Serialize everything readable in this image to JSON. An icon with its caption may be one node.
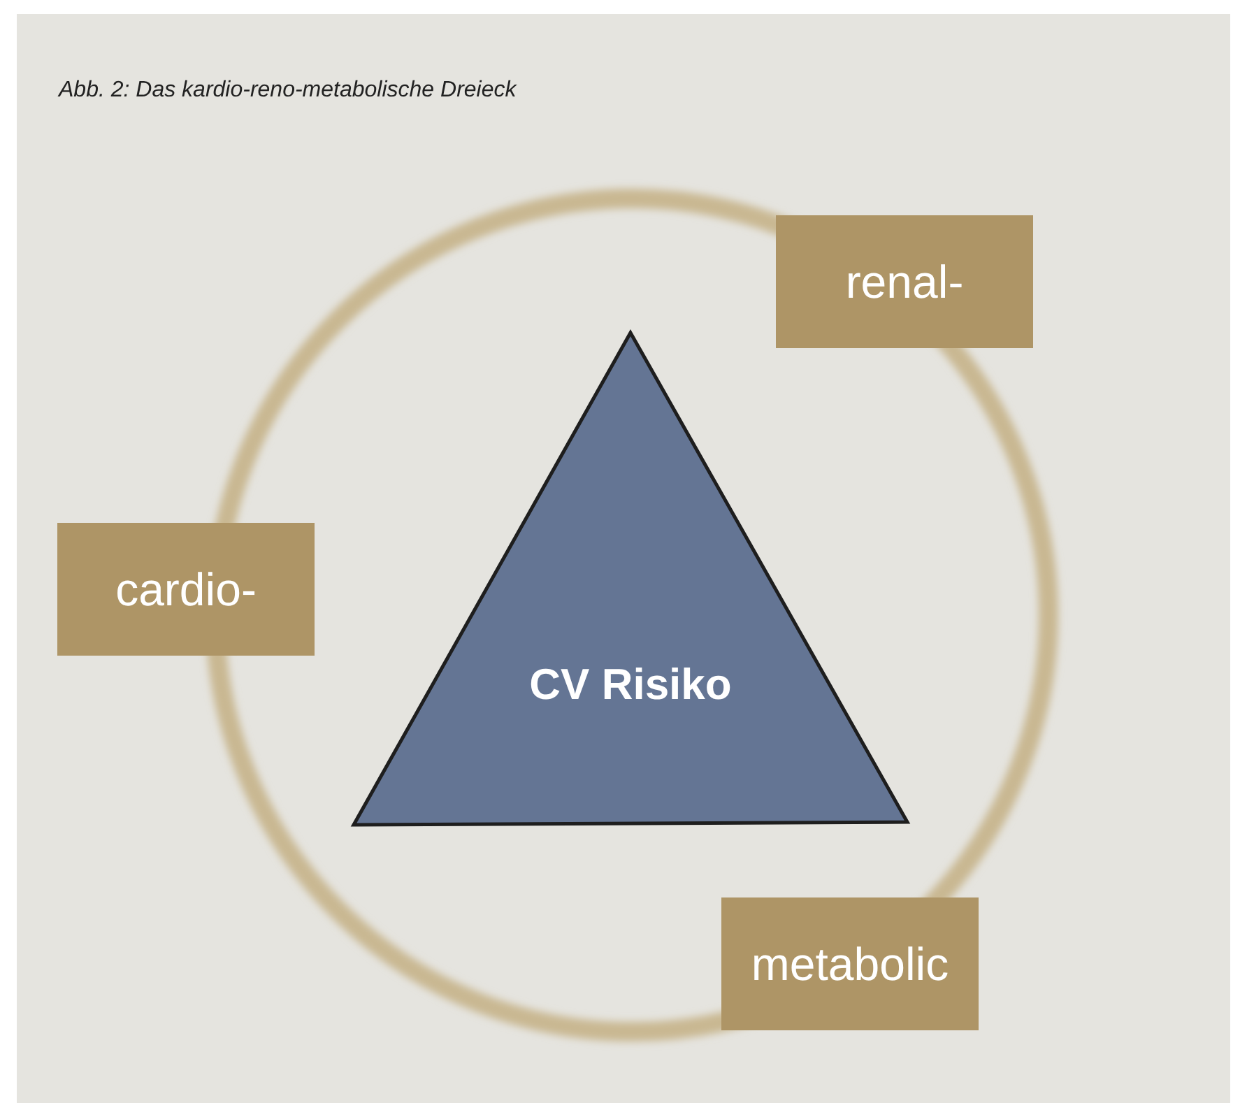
{
  "diagram": {
    "title": "Abb. 2: Das kardio-reno-metabolische Dreieck",
    "nodes": [
      {
        "text": [
          "renal-"
        ]
      },
      {
        "text": [
          "cardio-"
        ]
      },
      {
        "text": [
          "CV Risiko"
        ]
      },
      {
        "text": [
          "metabolic"
        ]
      }
    ]
  }
}
